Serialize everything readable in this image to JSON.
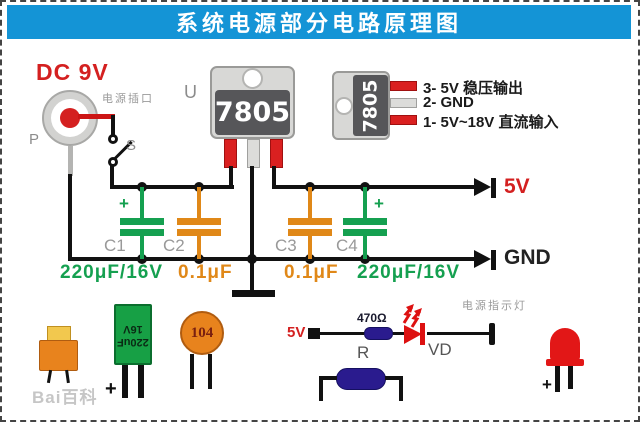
{
  "title": "系统电源部分电路原理图",
  "colors": {
    "banner_blue": "#1494d6",
    "red": "#d42020",
    "green": "#15a050",
    "orange": "#e08818",
    "navy": "#2a1b8e"
  },
  "schematic": {
    "input_label": "DC 9V",
    "jack": {
      "label": "P",
      "caption": "电源插口"
    },
    "switch_label": "S",
    "regulator": {
      "designator": "U",
      "part": "7805"
    },
    "pinout": {
      "part": "7805",
      "pins": [
        "3- 5V 稳压输出",
        "2- GND",
        "1- 5V~18V 直流输入"
      ]
    },
    "capacitors": [
      {
        "name": "C1",
        "value": "220μF/16V"
      },
      {
        "name": "C2",
        "value": "0.1μF"
      },
      {
        "name": "C3",
        "value": "0.1μF"
      },
      {
        "name": "C4",
        "value": "220μF/16V"
      }
    ],
    "polarity_plus": "+",
    "outputs": {
      "v5": "5V",
      "gnd": "GND"
    },
    "indicator": {
      "caption": "电源指示灯",
      "source": "5V",
      "resistor_value": "470Ω",
      "resistor_ref": "R",
      "led_ref": "VD"
    }
  },
  "photos": {
    "electrolytic_line1": "220uF",
    "electrolytic_line2": "16V",
    "disc_marking": "104"
  },
  "watermark": "Bai百科"
}
